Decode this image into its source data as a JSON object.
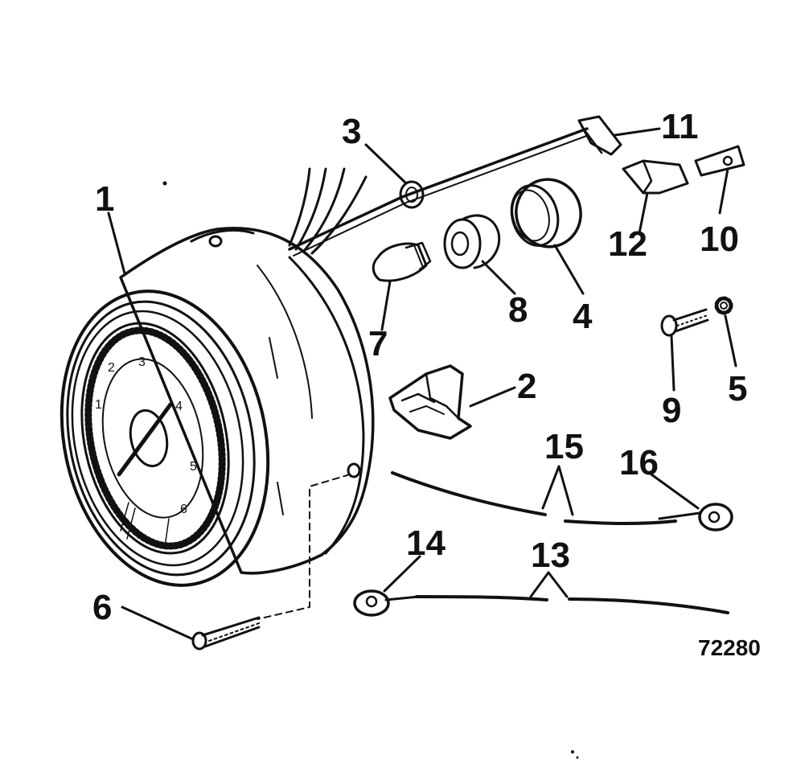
{
  "callouts": {
    "c1": "1",
    "c2": "2",
    "c3": "3",
    "c4": "4",
    "c5": "5",
    "c6": "6",
    "c7": "7",
    "c8": "8",
    "c9": "9",
    "c10": "10",
    "c11": "11",
    "c12": "12",
    "c13": "13",
    "c14": "14",
    "c15": "15",
    "c16": "16"
  },
  "figure_number": "72280",
  "dial_numbers": [
    "1",
    "2",
    "3",
    "4",
    "5",
    "6"
  ],
  "colors": {
    "ink": "#111111",
    "paper": "#ffffff"
  }
}
